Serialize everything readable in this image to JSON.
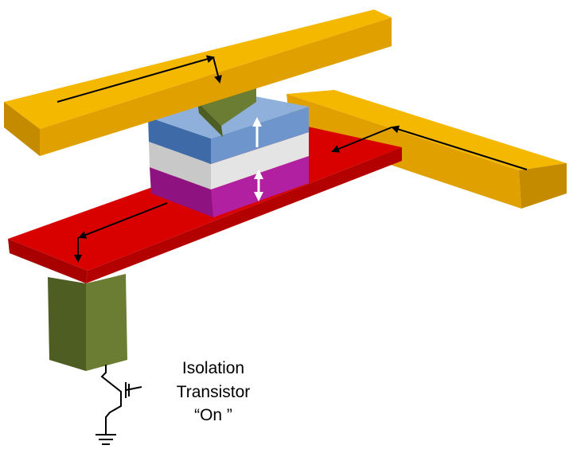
{
  "label": {
    "line1": "Isolation",
    "line2": "Transistor",
    "line3": "“On ”"
  },
  "colors": {
    "bit_line_top": "#F5B800",
    "bit_line_front": "#E0A000",
    "bit_line_end": "#C48A00",
    "bottom_electrode_top": "#D90000",
    "bottom_electrode_side": "#A80000",
    "via_dark": "#4E5E22",
    "via_light": "#6B7D33",
    "free_layer_top": "#6F96CC",
    "free_layer_side": "#4A78B4",
    "barrier_top": "#E4E4E4",
    "barrier_side": "#C8C8C8",
    "pinned_layer_top": "#B020A0",
    "pinned_layer_side": "#8E1280",
    "arrow": "#000000",
    "spin_arrow": "#FFFFFF"
  },
  "icons": [
    "current-arrow-icon",
    "spin-arrow-icon",
    "transistor-symbol-icon",
    "ground-icon"
  ]
}
